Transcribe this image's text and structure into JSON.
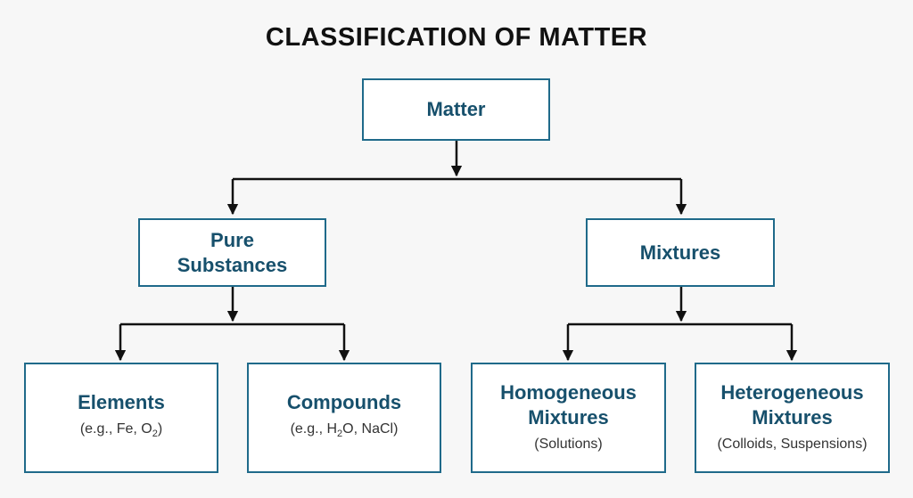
{
  "title": "CLASSIFICATION OF MATTER",
  "colors": {
    "box_border": "#1f6a8a",
    "box_text": "#17506c",
    "arrow": "#111111",
    "background": "#f7f7f7"
  },
  "nodes": {
    "matter": {
      "label": "Matter"
    },
    "pure_substances": {
      "label_line1": "Pure",
      "label_line2": "Substances"
    },
    "mixtures": {
      "label": "Mixtures"
    },
    "elements": {
      "label": "Elements",
      "sub_prefix": "(e.g., Fe, O",
      "sub_subscript": "2",
      "sub_suffix": ")"
    },
    "compounds": {
      "label": "Compounds",
      "sub_prefix": "(e.g., H",
      "sub_subscript": "2",
      "sub_suffix": "O, NaCl)"
    },
    "homogeneous": {
      "label_line1": "Homogeneous",
      "label_line2": "Mixtures",
      "sub": "(Solutions)"
    },
    "heterogeneous": {
      "label_line1": "Heterogeneous",
      "label_line2": "Mixtures",
      "sub": "(Colloids, Suspensions)"
    }
  }
}
